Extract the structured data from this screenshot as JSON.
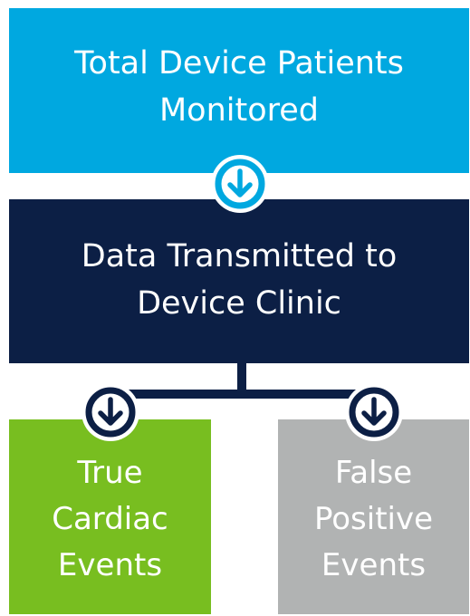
{
  "nodes": {
    "total": {
      "label": "Total Device Patients\nMonitored",
      "color": "#00a8e0"
    },
    "data": {
      "label": "Data Transmitted to\nDevice Clinic",
      "color": "#0c1f45"
    },
    "true_events": {
      "label": "True\nCardiac\nEvents",
      "color": "#78be20"
    },
    "false_events": {
      "label": "False\nPositive\nEvents",
      "color": "#b1b3b3"
    }
  },
  "icons": {
    "arrow": "arrow-down-circle",
    "connector_color": "#0c1f45"
  }
}
